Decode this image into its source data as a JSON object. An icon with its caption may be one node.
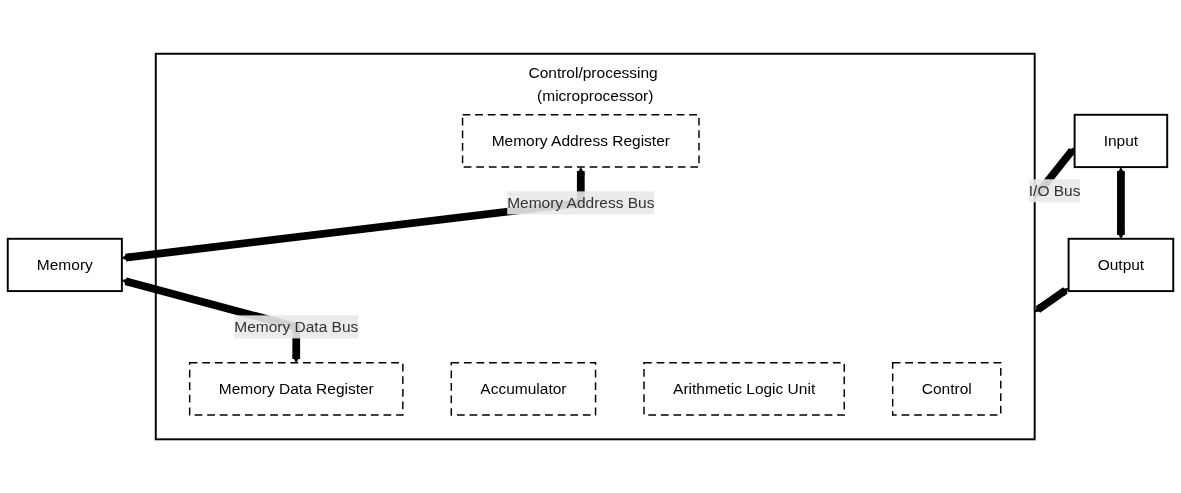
{
  "diagram": {
    "nodes": [
      {
        "text": [
          "Input"
        ]
      },
      {
        "text": [
          "Output"
        ]
      },
      {
        "text": [
          "Control/processing (microprocessor)"
        ]
      },
      {
        "text": [
          "Control"
        ],
        "in": 2
      },
      {
        "text": [
          "Accumulator"
        ],
        "in": 2
      },
      {
        "text": [
          "Arithmetic Logic Unit"
        ],
        "in": 2
      },
      {
        "text": [
          "Memory Data Register"
        ],
        "in": 2
      },
      {
        "text": [
          "Memory Address Register"
        ],
        "in": 2
      },
      {
        "text": [
          "Memory"
        ]
      }
    ],
    "edges": [
      {
        "from": 0,
        "to": 1,
        "arrow": "both"
      },
      {
        "from": 0,
        "to": 2,
        "arrow": "both",
        "label": "I/O Bus"
      },
      {
        "from": 1,
        "to": 2,
        "arrow": "both"
      },
      {
        "from": 8,
        "to": 6,
        "arrow": "both",
        "label": "Memory Data Bus"
      },
      {
        "from": 7,
        "to": 8,
        "arrow": "both",
        "label": "Memory Address Bus"
      }
    ]
  }
}
